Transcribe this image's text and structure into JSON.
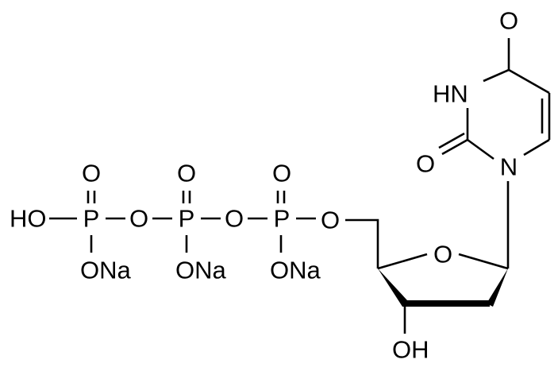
{
  "diagram": {
    "type": "chemical-structure",
    "atoms": {
      "ho": "HO",
      "p1": "P",
      "p2": "P",
      "p3": "P",
      "o_bridge1": "O",
      "o_bridge2": "O",
      "o_5prime": "O",
      "o_p1_top": "O",
      "o_p2_top": "O",
      "o_p3_top": "O",
      "ona1": "ONa",
      "ona2": "ONa",
      "ona3": "ONa",
      "ring_o": "O",
      "oh_3prime": "OH",
      "n1": "N",
      "hn3": "HN",
      "o2": "O",
      "o4": "O"
    }
  }
}
